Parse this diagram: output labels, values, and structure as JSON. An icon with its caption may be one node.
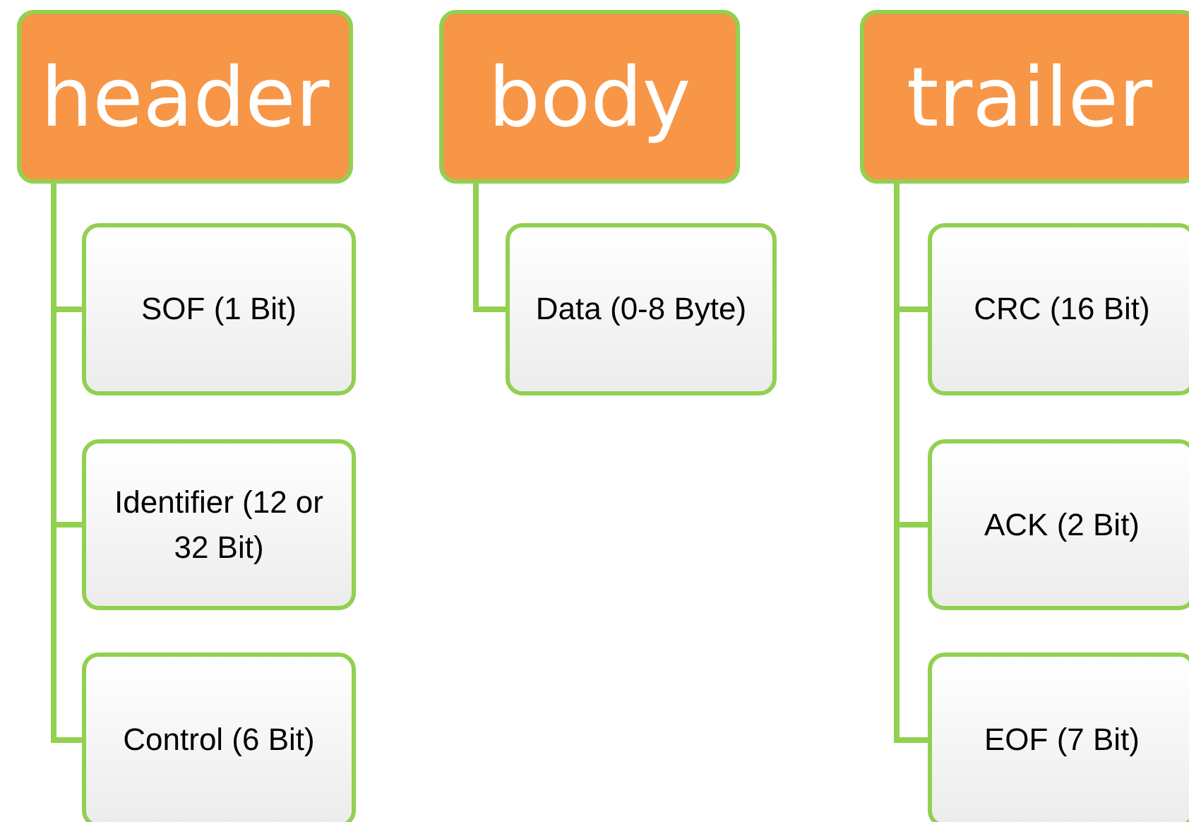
{
  "diagram": {
    "nodes": [
      {
        "text": [
          "header"
        ]
      },
      {
        "text": [
          "SOF (1 Bit)"
        ]
      },
      {
        "text": [
          "Identifier (12 or 32 Bit)"
        ]
      },
      {
        "text": [
          "Control (6 Bit)"
        ]
      },
      {
        "text": [
          "body"
        ]
      },
      {
        "text": [
          "Data (0-8 Byte)"
        ]
      },
      {
        "text": [
          "trailer"
        ]
      },
      {
        "text": [
          "CRC (16 Bit)"
        ]
      },
      {
        "text": [
          "ACK (2 Bit)"
        ]
      },
      {
        "text": [
          "EOF (7 Bit)"
        ]
      }
    ],
    "edges": [
      {
        "from": 0,
        "to": 1,
        "arrow": "none"
      },
      {
        "from": 0,
        "to": 2,
        "arrow": "none"
      },
      {
        "from": 0,
        "to": 3,
        "arrow": "none"
      },
      {
        "from": 4,
        "to": 5,
        "arrow": "none"
      },
      {
        "from": 6,
        "to": 7,
        "arrow": "none"
      },
      {
        "from": 6,
        "to": 8,
        "arrow": "none"
      },
      {
        "from": 6,
        "to": 9,
        "arrow": "none"
      }
    ]
  }
}
